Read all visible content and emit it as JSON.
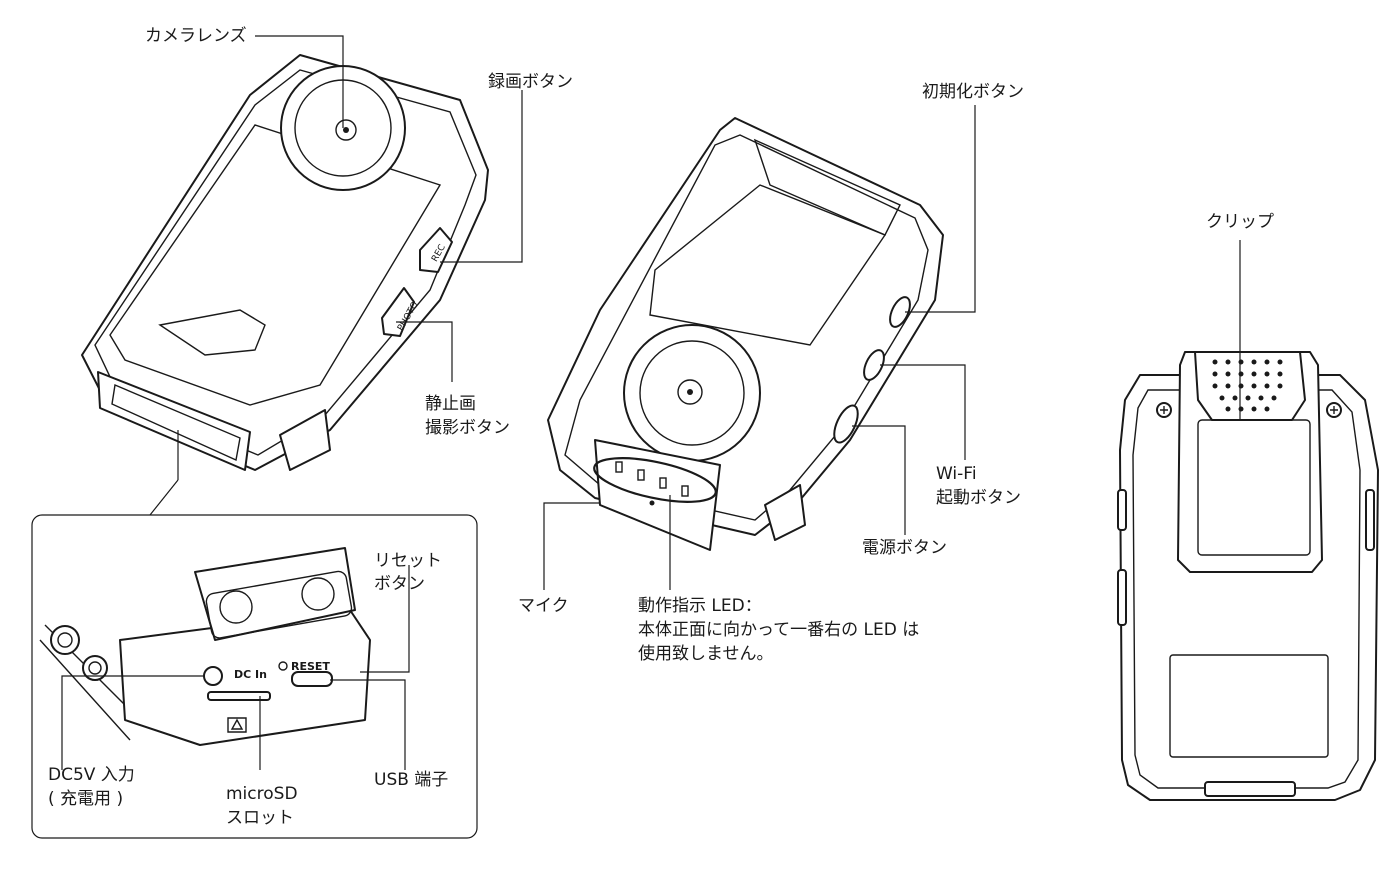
{
  "labels": {
    "camera_lens": "カメラレンズ",
    "record_button": "録画ボタン",
    "photo_button_1": "静止画",
    "photo_button_2": "撮影ボタン",
    "reset_top_1": "リセット",
    "reset_top_2": "ボタン",
    "dc_input_1": "DC5V 入力",
    "dc_input_2": "( 充電用 )",
    "microsd_1": "microSD",
    "microsd_2": "スロット",
    "usb_port": "USB 端子",
    "mic": "マイク",
    "led_1": "動作指示 LED：",
    "led_2": "本体正面に向かって一番右の LED は",
    "led_3": "使用致しません。",
    "init_button": "初期化ボタン",
    "wifi_1": "Wi-Fi",
    "wifi_2": "起動ボタン",
    "power_button": "電源ボタン",
    "clip": "クリップ"
  },
  "device_markings": {
    "rec": "REC",
    "photo": "PHOTO",
    "dc_in": "DC In",
    "reset": "RESET"
  }
}
